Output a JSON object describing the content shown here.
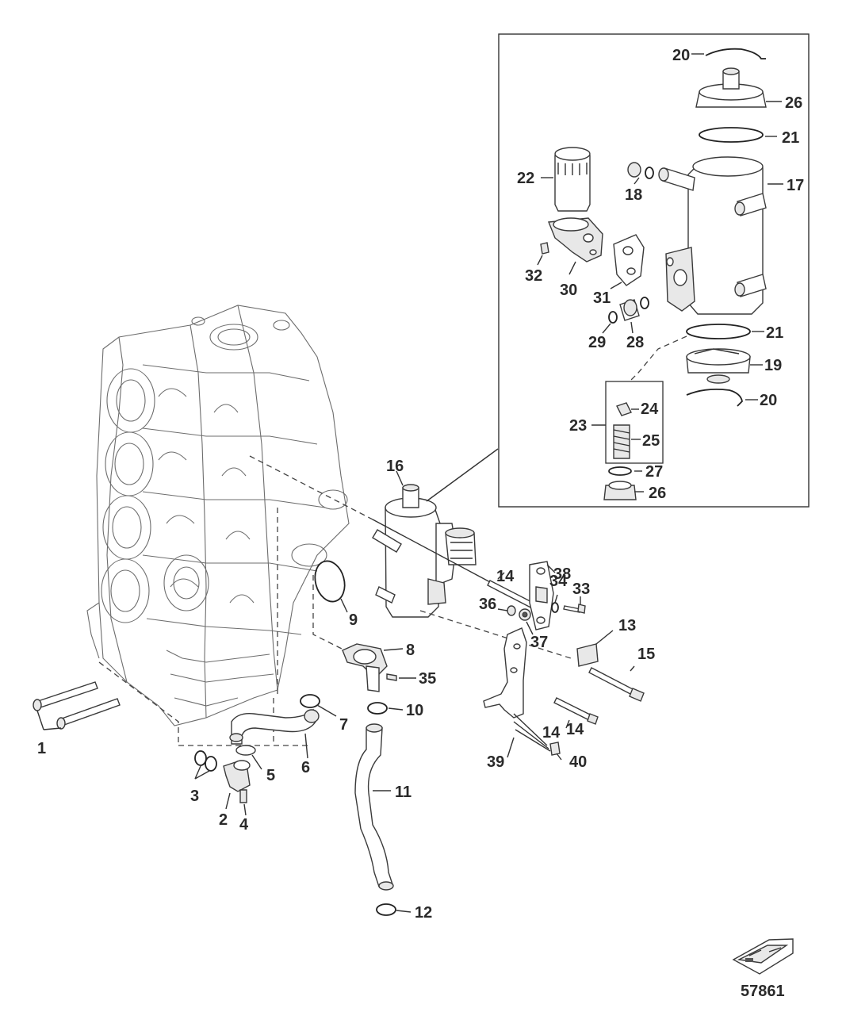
{
  "labels": {
    "p1": "1",
    "p2": "2",
    "p3": "3",
    "p4": "4",
    "p5": "5",
    "p6": "6",
    "p7": "7",
    "p8": "8",
    "p9": "9",
    "p10": "10",
    "p11": "11",
    "p12": "12",
    "p13": "13",
    "p14a": "14",
    "p14b": "14",
    "p14c": "14",
    "p15": "15",
    "p16": "16",
    "p17": "17",
    "p18": "18",
    "p19": "19",
    "p20a": "20",
    "p20b": "20",
    "p21a": "21",
    "p21b": "21",
    "p22": "22",
    "p23": "23",
    "p24": "24",
    "p25": "25",
    "p26a": "26",
    "p26b": "26",
    "p27": "27",
    "p28": "28",
    "p29": "29",
    "p30": "30",
    "p31": "31",
    "p32": "32",
    "p33": "33",
    "p34": "34",
    "p35": "35",
    "p36": "36",
    "p37": "37",
    "p38": "38",
    "p39": "39",
    "p40": "40"
  },
  "figure_number": "57861",
  "icons": {
    "boat": "boat-icon"
  }
}
